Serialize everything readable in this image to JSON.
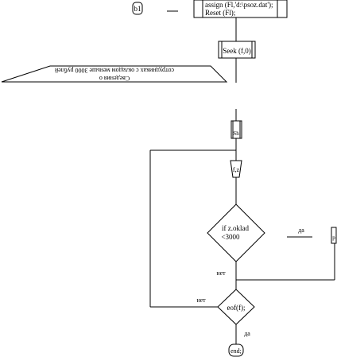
{
  "flowchart": {
    "connector_top": "b1",
    "init_block": {
      "line1": "assign (Fl,'d:\\psoz.dat');",
      "line2": "Reset (Fl);"
    },
    "seek_block": "Seek (f,0)",
    "output_header": {
      "line1": "Сведения о",
      "line2": "сотрудниках с окладом меньше 3000 рублей"
    },
    "loop_start": "Sh",
    "read_block": "f,z",
    "condition": {
      "line1": "if z.oklad",
      "line2": "<3000",
      "yes_label": "да",
      "no_label": "нет"
    },
    "output_block": "p",
    "eof_check": {
      "label": "eof(f);",
      "no_label": "нет",
      "yes_label": "да"
    },
    "end_block": "end;"
  }
}
